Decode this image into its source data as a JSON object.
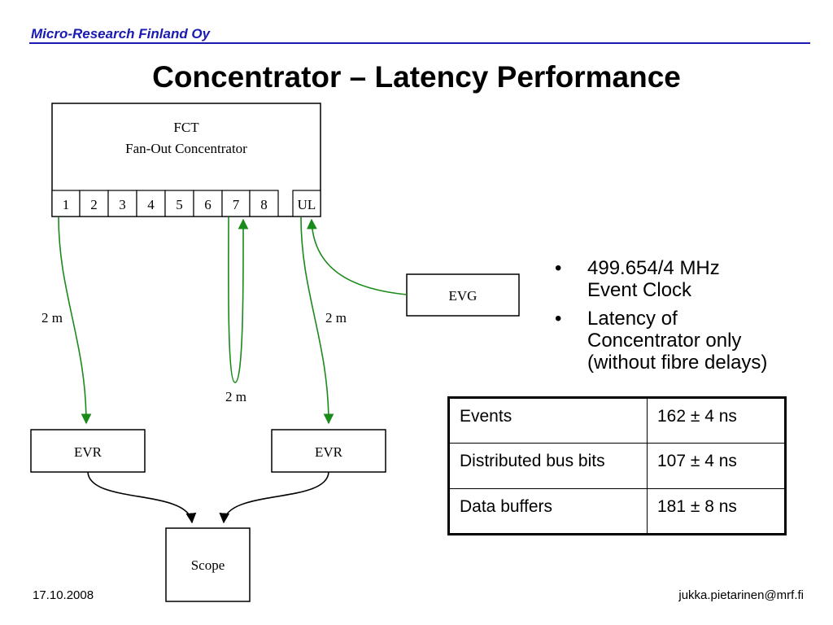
{
  "header": {
    "company": "Micro-Research Finland Oy",
    "title": "Concentrator – Latency Performance"
  },
  "diagram": {
    "fct": {
      "line1": "FCT",
      "line2": "Fan-Out Concentrator"
    },
    "ports": [
      "1",
      "2",
      "3",
      "4",
      "5",
      "6",
      "7",
      "8"
    ],
    "uplink_port": "UL",
    "evg": "EVG",
    "evr_left": "EVR",
    "evr_right": "EVR",
    "scope": "Scope",
    "cable_left": "2 m",
    "cable_right": "2 m",
    "cable_loop": "2 m",
    "line_color": "#1a8a1a"
  },
  "bullets": [
    {
      "line1": "499.654/4 MHz",
      "line2": "Event Clock",
      "line3": ""
    },
    {
      "line1": "Latency of",
      "line2": "Concentrator only",
      "line3": "(without fibre delays)"
    }
  ],
  "table": {
    "rows": [
      {
        "label": "Events",
        "value": "162 ± 4 ns"
      },
      {
        "label": "Distributed bus bits",
        "value": "107 ± 4 ns"
      },
      {
        "label": "Data buffers",
        "value": "181 ± 8 ns"
      }
    ]
  },
  "footer": {
    "date": "17.10.2008",
    "email": "jukka.pietarinen@mrf.fi"
  }
}
